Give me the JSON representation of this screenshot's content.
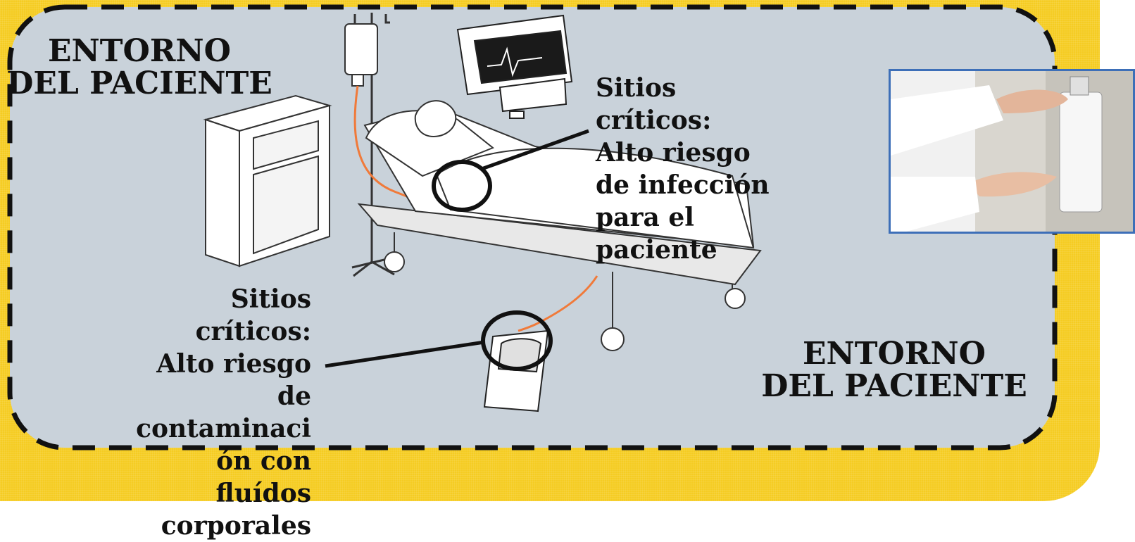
{
  "zone_label_top_left": [
    "ENTORNO",
    "DEL PACIENTE"
  ],
  "zone_label_bottom_right": [
    "ENTORNO",
    "DEL PACIENTE"
  ],
  "critical_site_patient": [
    "Sitios",
    "críticos:",
    "Alto riesgo",
    "de infección",
    "para el",
    "paciente"
  ],
  "critical_site_fluids": [
    "Sitios",
    "críticos:",
    "Alto riesgo",
    "de",
    "contaminaci",
    "ón con",
    "fluídos",
    "corporales"
  ],
  "colors": {
    "background_yellow": "#f5cc22",
    "zone_fill": "#c9d2da",
    "tube_orange": "#f07a3a",
    "photo_border": "#3d6fb8"
  },
  "photo_subject": "hand-sanitizer-dispenser"
}
